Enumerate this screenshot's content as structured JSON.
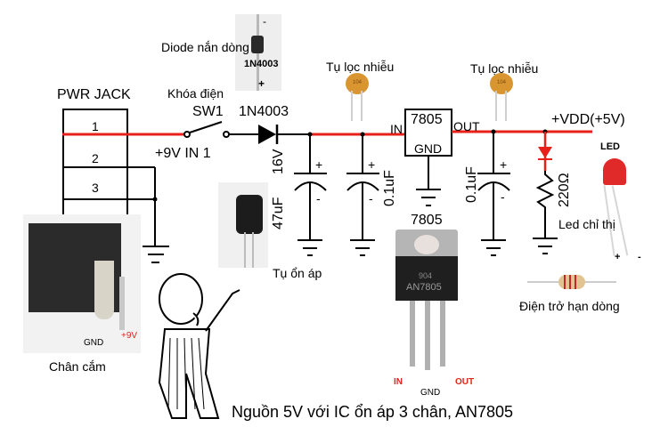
{
  "title": "Nguồn 5V với IC ổn áp 3 chân, AN7805",
  "colors": {
    "wire_power": "#e8201a",
    "wire": "#000000",
    "pin_label": "#e0241c"
  },
  "power_jack": {
    "label": "PWR  JACK",
    "pins": [
      "1",
      "2",
      "3"
    ],
    "input_label": "+9V IN 1",
    "photo_caption": "Chân cắm",
    "photo_pin_labels": {
      "gnd": "GND",
      "plus": "+9V"
    }
  },
  "switch": {
    "caption": "Khóa điện",
    "ref": "SW1"
  },
  "diode": {
    "part": "1N4003",
    "photo_caption": "Diode nắn dòng",
    "photo_part": "1N4003",
    "photo_minus": "-",
    "photo_plus": "+"
  },
  "cap_electrolytic": {
    "value": "47uF",
    "voltage": "16V",
    "plus": "+",
    "minus": "-",
    "caption": "Tụ ổn áp"
  },
  "cap_in": {
    "value": "0.1uF",
    "plus": "+",
    "minus": "-",
    "caption": "Tụ lọc nhiễu",
    "photo_code": "104"
  },
  "regulator": {
    "part": "7805",
    "pin_in": "IN",
    "pin_out": "OUT",
    "pin_gnd": "GND",
    "photo_title": "7805",
    "photo_marking_1": "904",
    "photo_marking_2": "AN7805",
    "photo_pins": {
      "in": "IN",
      "gnd": "GND",
      "out": "OUT"
    }
  },
  "cap_out": {
    "value": "0.1uF",
    "plus": "+",
    "minus": "-",
    "caption": "Tụ lọc nhiễu",
    "photo_code": "104"
  },
  "output": {
    "label": "+VDD(+5V)"
  },
  "led": {
    "photo_label": "LED",
    "caption": "Led chỉ thị",
    "plus": "+",
    "minus": "-"
  },
  "resistor": {
    "value": "220Ω",
    "caption": "Điện trở hạn dòng"
  }
}
